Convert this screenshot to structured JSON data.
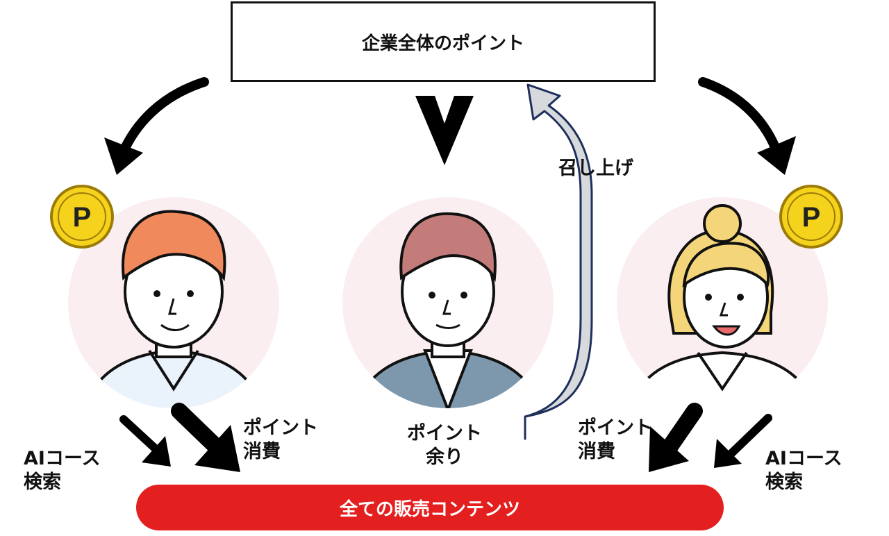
{
  "header": {
    "title": "企業全体のポイント"
  },
  "recall_label": "召し上げ",
  "left": {
    "consume_label_line1": "ポイント",
    "consume_label_line2": "消費",
    "ai_label_line1": "AIコース",
    "ai_label_line2": "検索"
  },
  "center": {
    "remain_label_line1": "ポイント",
    "remain_label_line2": "余り"
  },
  "right": {
    "consume_label_line1": "ポイント",
    "consume_label_line2": "消費",
    "ai_label_line1": "AIコース",
    "ai_label_line2": "検索"
  },
  "footer": {
    "contents_label": "全ての販売コンテンツ"
  },
  "coin_letter": "P",
  "colors": {
    "red_bar": "#e41f1f",
    "circle_bg": "#fbeef0",
    "coin": "#f5d21c",
    "recall_arrow": "#1f2f5c"
  },
  "icons": [
    "coin-icon",
    "man-avatar",
    "businessman-avatar",
    "woman-avatar",
    "arrow-icon"
  ]
}
